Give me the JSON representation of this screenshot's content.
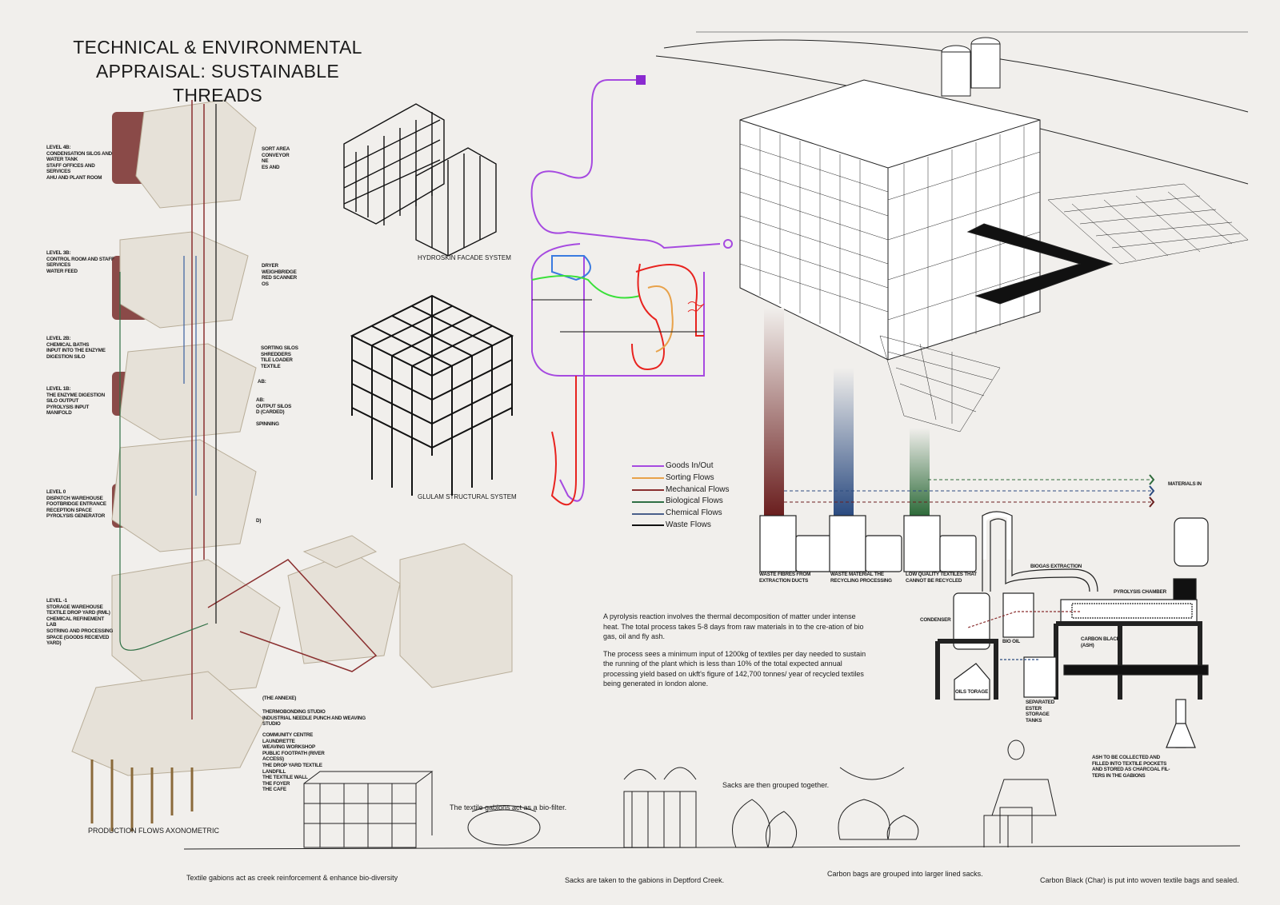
{
  "title": {
    "line1": "TECHNICAL & ENVIRONMENTAL",
    "line2": "APPRAISAL: SUSTAINABLE THREADS"
  },
  "axonometric": {
    "caption": "PRODUCTION FLOWS AXONOMETRIC",
    "left_labels": [
      [
        "LEVEL 4B:",
        "CONDENSATION SILOS AND",
        "WATER TANK",
        "STAFF OFFICES AND",
        "SERVICES",
        "AHU AND PLANT ROOM"
      ],
      [
        "LEVEL 3B:",
        "CONTROL ROOM AND STAFF",
        "SERVICES",
        "WATER FEED"
      ],
      [
        "LEVEL 2B:",
        "CHEMICAL BATHS",
        "INPUT INTO THE ENZYME",
        "DIGESTION SILO"
      ],
      [
        "LEVEL 1B:",
        "THE ENZYME DIGESTION",
        "SILO OUTPUT",
        "PYROLYSIS INPUT",
        "MANIFOLD"
      ],
      [
        "LEVEL 0",
        "DISPATCH WAREHOUSE",
        "FOOTBRIDGE ENTRANCE",
        "RECEPTION SPACE",
        "PYROLYSIS GENERATOR"
      ],
      [
        "LEVEL -1",
        "STORAGE WAREHOUSE",
        "TEXTILE DROP YARD (RML)",
        "CHEMICAL REFINEMENT",
        "LAB",
        "SOTRING AND PROCESSING",
        "SPACE (GOODS RECIEVED",
        "YARD)"
      ]
    ],
    "right_labels": [
      [
        "SORT AREA",
        "CONVEYOR",
        "NE",
        "ES AND"
      ],
      [
        "DRYER",
        "WEIGHBRIDGE",
        "RED SCANNER",
        "OS"
      ],
      [
        "SORTING SILOS",
        "SHREDDERS",
        "TILE LOADER",
        "TEXTILE"
      ],
      [
        "AB:"
      ],
      [
        "AB:",
        "OUTPUT SILOS",
        "D (CARDED)",
        "",
        "SPINNING"
      ],
      [
        "D)"
      ]
    ],
    "annexe_labels": [
      [
        "(THE ANNEXE)"
      ],
      [
        "THERMOBONDING STUDIO",
        "INDUSTRIAL NEEDLE PUNCH AND WEAVING",
        "STUDIO"
      ],
      [
        "COMMUNITY CENTRE",
        "LAUNDRETTE",
        "WEAVING WORKSHOP",
        "PUBLIC FOOTPATH (RIVER",
        "ACCESS)",
        "THE DROP YARD TEXTILE",
        "LANDFILL",
        "THE TEXTILE WALL",
        "THE FOYER",
        "THE CAFE"
      ]
    ]
  },
  "systems": {
    "facade": "HYDROSKIN FACADE SYSTEM",
    "structure": "GLULAM STRUCTURAL SYSTEM"
  },
  "legend": [
    {
      "label": "Goods In/Out",
      "color": "#a64ae0"
    },
    {
      "label": "Sorting  Flows",
      "color": "#e8a24a"
    },
    {
      "label": "Mechanical Flows",
      "color": "#8a2f2f"
    },
    {
      "label": "Biological Flows",
      "color": "#2f6f44"
    },
    {
      "label": "Chemical Flows",
      "color": "#4a5f8a"
    },
    {
      "label": "Waste Flows",
      "color": "#111111"
    }
  ],
  "bins": [
    {
      "label": [
        "WASTE FIBRES FROM",
        "EXTRACTION DUCTS"
      ],
      "color": "#6a1e1e"
    },
    {
      "label": [
        "WASTE MATERIAL THE",
        "RECYCLING PROCESSING"
      ],
      "color": "#2a4a80"
    },
    {
      "label": [
        "LOW QUALITY TEXTILES THAT",
        "CANNOT BE RECYCLED"
      ],
      "color": "#2e6b3a"
    }
  ],
  "pyrolysis": {
    "materials_in": "MATERIALS IN",
    "biogas": "BIOGAS EXTRACTION",
    "chamber": "PYROLYSIS CHAMBER",
    "condenser": "CONDENSER",
    "bio_oil": "BIO OIL",
    "carbon_black": [
      "CARBON BLACK",
      "(ASH)"
    ],
    "oil_storage": "OILS TORAGE",
    "ester": [
      "SEPARATED",
      "ESTER",
      "STORAGE",
      "TANKS"
    ],
    "ash": [
      "ASH TO BE COLLECTED AND",
      "FILLED INTO TEXTILE POCKETS",
      "AND STORED AS CHARCOAL FIL-",
      "TERS IN THE GABIONS"
    ]
  },
  "paragraphs": [
    "A pyrolysis reaction involves the thermal decomposition of matter under intense heat. The total process takes 5-8 days from raw materials in to the cre-ation of bio gas, oil and fly ash.",
    "The process sees a minimum input of 1200kg of textiles per day needed to sustain the running of the plant which is less than 10% of the total expected annual processing yield based on ukft's figure of 142,700 tonnes/ year of recycled textiles being generated in london alone."
  ],
  "sketches": {
    "gabion_creek": "Textile gabions act as creek reinforcement & enhance bio-diversity",
    "biofilter": "The textile gabions act as a bio-filter.",
    "taken": "Sacks are taken to the gabions in Deptford Creek.",
    "grouped": "Sacks are then grouped together.",
    "carbon_bags": "Carbon bags are grouped into larger lined sacks.",
    "carbon_black": "Carbon Black (Char) is  put into woven textile bags and sealed."
  }
}
